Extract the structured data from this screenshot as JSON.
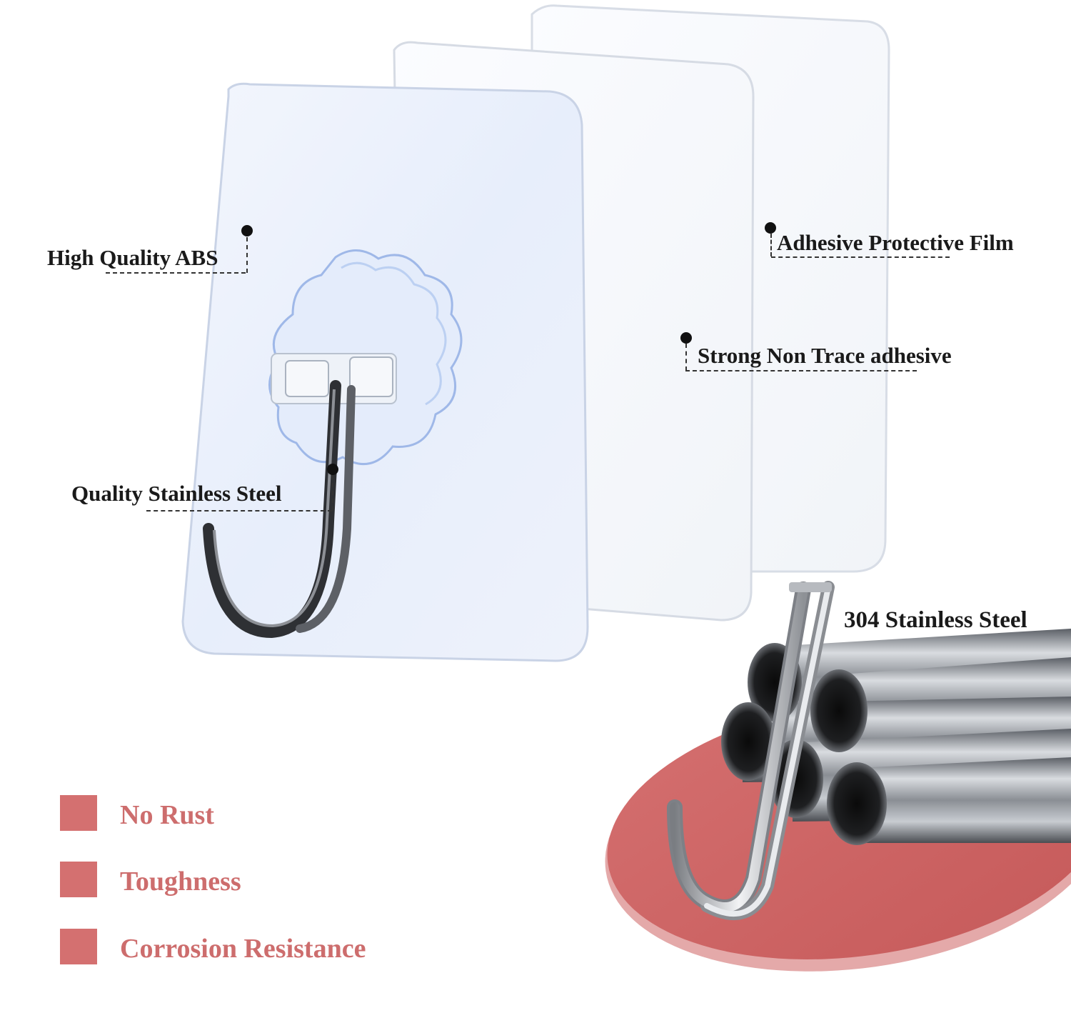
{
  "labels": {
    "abs": "High Quality ABS",
    "stainless": "Quality Stainless Steel",
    "film": "Adhesive Protective Film",
    "adhesive": "Strong Non Trace adhesive",
    "steel304": "304 Stainless Steel"
  },
  "features": [
    {
      "label": "No Rust"
    },
    {
      "label": "Toughness"
    },
    {
      "label": "Corrosion Resistance"
    }
  ],
  "colors": {
    "accent": "#d47070",
    "feature_text": "#cd6d6d",
    "disc": "#cf6a6a",
    "pad_tint": "#e6effc"
  }
}
